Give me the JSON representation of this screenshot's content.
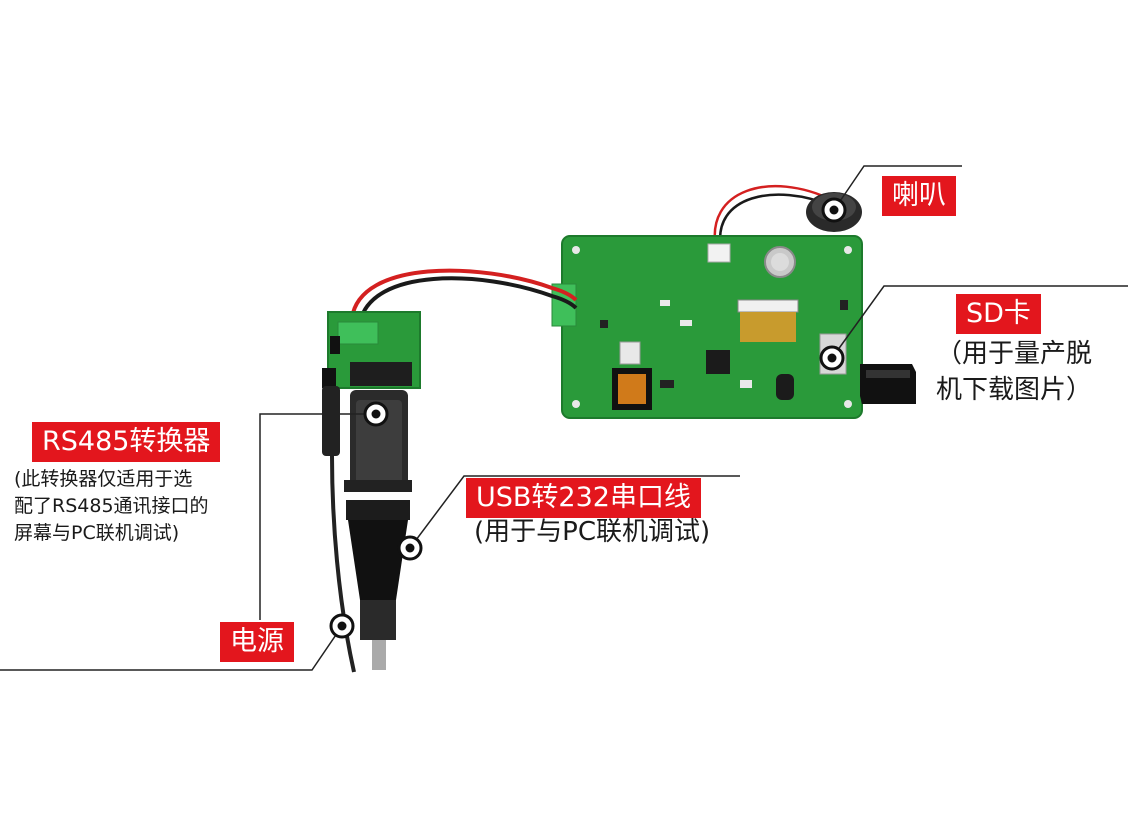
{
  "colors": {
    "label_bg": "#e3161d",
    "label_text": "#ffffff",
    "pcb_green": "#2a9a3a",
    "leader_line": "#222222"
  },
  "labels": {
    "speaker": {
      "tag": "喇叭"
    },
    "sd_card": {
      "tag": "SD卡",
      "note_lines": [
        "（用于量产脱",
        "机下载图片）"
      ]
    },
    "rs485": {
      "tag": "RS485转换器",
      "note_lines": [
        "(此转换器仅适用于选",
        "配了RS485通讯接口的",
        "屏幕与PC联机调试)"
      ]
    },
    "usb232": {
      "tag": "USB转232串口线",
      "note_lines": [
        "(用于与PC联机调试)"
      ]
    },
    "power": {
      "tag": "电源"
    }
  }
}
